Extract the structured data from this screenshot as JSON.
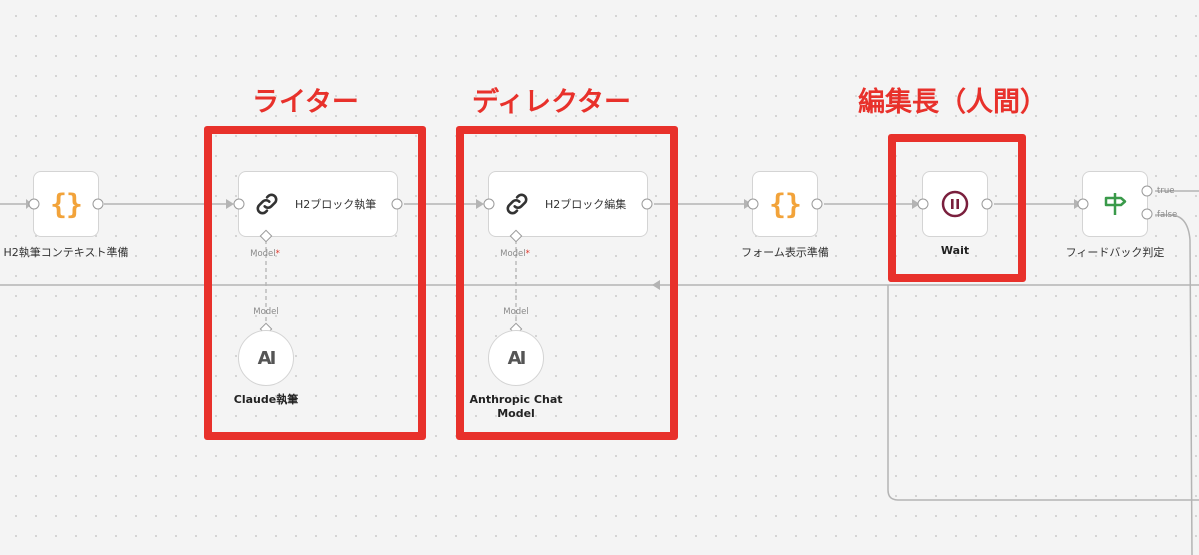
{
  "nodes": {
    "h2_context": {
      "caption": "H2執筆コンテキスト準備",
      "icon": "braces-icon",
      "glyph": "{}"
    },
    "h2_write": {
      "label": "H2ブロック執筆",
      "icon": "link-icon",
      "model_label": "Model",
      "required_mark": "*"
    },
    "h2_edit": {
      "label": "H2ブロック編集",
      "icon": "link-icon",
      "model_label": "Model",
      "required_mark": "*"
    },
    "form_prep": {
      "caption": "フォーム表示準備",
      "icon": "braces-icon",
      "glyph": "{}"
    },
    "wait": {
      "caption": "Wait",
      "icon": "pause-icon"
    },
    "feedback": {
      "caption": "フィードバック判定",
      "icon": "signpost-icon",
      "outputs": [
        "true",
        "false"
      ]
    }
  },
  "models": {
    "claude": {
      "caption": "Claude執筆",
      "connector_label": "Model",
      "logo": "AI"
    },
    "anthropic": {
      "caption_line1": "Anthropic Chat",
      "caption_line2": "Model",
      "connector_label": "Model",
      "logo": "AI"
    }
  },
  "annotations": {
    "writer": "ライター",
    "director": "ディレクター",
    "editor_in_chief": "編集長（人間）"
  },
  "colors": {
    "annotation": "#e8312b",
    "braces": "#f2a33a",
    "pause": "#7a1f3d",
    "signpost": "#3a9a4a",
    "edge": "#b4b4b4"
  }
}
